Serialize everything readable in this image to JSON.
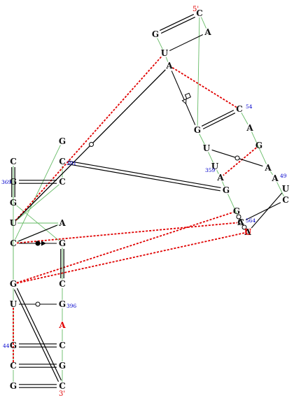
{
  "colors": {
    "nucleotide": "#111111",
    "highlight": "#e00000",
    "number": "#0000cc",
    "backbone": "#66bb66",
    "pair": "#000000",
    "noncanonical": "#e00000"
  },
  "ends": {
    "five_prime": "5'",
    "three_prime": "3'"
  },
  "nucleotides": [
    {
      "id": "n1",
      "letter": "C"
    },
    {
      "id": "n2",
      "letter": "A"
    },
    {
      "id": "n3",
      "letter": "G"
    },
    {
      "id": "n4",
      "letter": "U"
    },
    {
      "id": "n5",
      "letter": "A"
    },
    {
      "id": "n6",
      "letter": "C"
    },
    {
      "id": "n7",
      "letter": "G"
    },
    {
      "id": "n8",
      "letter": "A"
    },
    {
      "id": "n9",
      "letter": "U"
    },
    {
      "id": "n10",
      "letter": "G"
    },
    {
      "id": "n11",
      "letter": "U"
    },
    {
      "id": "n12",
      "letter": "A"
    },
    {
      "id": "n13",
      "letter": "A"
    },
    {
      "id": "n14",
      "letter": "A"
    },
    {
      "id": "n15",
      "letter": "U"
    },
    {
      "id": "n16",
      "letter": "G"
    },
    {
      "id": "n17",
      "letter": "C"
    },
    {
      "id": "n18",
      "letter": "G"
    },
    {
      "id": "n19",
      "letter": "C"
    },
    {
      "id": "n20",
      "letter": "A"
    },
    {
      "id": "n21",
      "letter": "A"
    },
    {
      "id": "n22",
      "letter": "U",
      "highlight": true
    },
    {
      "id": "n23",
      "letter": "G"
    },
    {
      "id": "n24",
      "letter": "C"
    },
    {
      "id": "n25",
      "letter": "C"
    },
    {
      "id": "n26",
      "letter": "G"
    },
    {
      "id": "n27",
      "letter": "C"
    },
    {
      "id": "n28",
      "letter": "G"
    },
    {
      "id": "n29",
      "letter": "U"
    },
    {
      "id": "n30",
      "letter": "A"
    },
    {
      "id": "n31",
      "letter": "C"
    },
    {
      "id": "n32",
      "letter": "G"
    },
    {
      "id": "n33",
      "letter": "G"
    },
    {
      "id": "n34",
      "letter": "C"
    },
    {
      "id": "n35",
      "letter": "U"
    },
    {
      "id": "n36",
      "letter": "G"
    },
    {
      "id": "n37",
      "letter": "A",
      "highlight": true
    },
    {
      "id": "n38",
      "letter": "G"
    },
    {
      "id": "n39",
      "letter": "C"
    },
    {
      "id": "n40",
      "letter": "C"
    },
    {
      "id": "n41",
      "letter": "G"
    },
    {
      "id": "n42",
      "letter": "G"
    },
    {
      "id": "n43",
      "letter": "C"
    }
  ],
  "numbers": [
    "54",
    "49",
    "359",
    "564",
    "391",
    "369",
    "396",
    "44"
  ],
  "pairs": [
    {
      "a": "n3",
      "b": "n1",
      "type": "double"
    },
    {
      "a": "n4",
      "b": "n2",
      "type": "single"
    },
    {
      "a": "n7",
      "b": "n6",
      "type": "double"
    },
    {
      "a": "n16",
      "b": "n25",
      "type": "double"
    },
    {
      "a": "n26",
      "b": "n27",
      "type": "double"
    },
    {
      "a": "n28",
      "b": "n24",
      "type": "double"
    },
    {
      "a": "n34",
      "b": "n32",
      "type": "double"
    },
    {
      "a": "n33",
      "b": "n43",
      "type": "double"
    },
    {
      "a": "n38",
      "b": "n39",
      "type": "double"
    },
    {
      "a": "n41",
      "b": "n40",
      "type": "double"
    },
    {
      "a": "n42",
      "b": "n43",
      "type": "double"
    },
    {
      "a": "n29",
      "b": "n5",
      "type": "single"
    },
    {
      "a": "n30",
      "b": "n31",
      "type": "single"
    },
    {
      "a": "n17",
      "b": "n20",
      "type": "single"
    },
    {
      "a": "n15",
      "b": "n22",
      "type": "single"
    }
  ],
  "symbol_pairs": [
    {
      "a": "n29",
      "b": "n5",
      "symbol": "circle"
    },
    {
      "a": "n5",
      "b": "n7",
      "symbol": "square-triangle"
    },
    {
      "a": "n9",
      "b": "n12",
      "symbol": "circle"
    },
    {
      "a": "n32",
      "b": "n31",
      "symbol": "triangle-dot"
    },
    {
      "a": "n35",
      "b": "n36",
      "symbol": "circle"
    },
    {
      "a": "n20",
      "b": "n18",
      "symbol": "circle"
    },
    {
      "a": "n19",
      "b": "n21",
      "symbol": "circle"
    }
  ],
  "noncanonical": [
    {
      "a": "n29",
      "b": "n4"
    },
    {
      "a": "n5",
      "b": "n6"
    },
    {
      "a": "n10",
      "b": "n14"
    },
    {
      "a": "n20",
      "b": "n22"
    },
    {
      "a": "n31",
      "b": "n19"
    },
    {
      "a": "n33",
      "b": "n22"
    },
    {
      "a": "n35",
      "b": "n40"
    },
    {
      "a": "n33",
      "b": "n18"
    }
  ],
  "backbone": [
    {
      "a": "n1",
      "b": "n2"
    },
    {
      "a": "n3",
      "b": "n4"
    },
    {
      "a": "n4",
      "b": "n5"
    },
    {
      "a": "n1",
      "b": "n7"
    },
    {
      "a": "n6",
      "b": "n8"
    },
    {
      "a": "n8",
      "b": "n12"
    },
    {
      "a": "n12",
      "b": "n13"
    },
    {
      "a": "n13",
      "b": "n17"
    },
    {
      "a": "n7",
      "b": "n9"
    },
    {
      "a": "n9",
      "b": "n11"
    },
    {
      "a": "n11",
      "b": "n14"
    },
    {
      "a": "n14",
      "b": "n16"
    },
    {
      "a": "n16",
      "b": "n19"
    },
    {
      "a": "n19",
      "b": "n21"
    },
    {
      "a": "n21",
      "b": "n22"
    },
    {
      "a": "n26",
      "b": "n28"
    },
    {
      "a": "n28",
      "b": "n32"
    },
    {
      "a": "n32",
      "b": "n34"
    },
    {
      "a": "n34",
      "b": "n36"
    },
    {
      "a": "n36",
      "b": "n37"
    },
    {
      "a": "n37",
      "b": "n39"
    },
    {
      "a": "n39",
      "b": "n41"
    },
    {
      "a": "n41",
      "b": "n43"
    },
    {
      "a": "n25",
      "b": "n27"
    },
    {
      "a": "n27",
      "b": "n29"
    },
    {
      "a": "n29",
      "b": "n30"
    },
    {
      "a": "n30",
      "b": "n31"
    },
    {
      "a": "n31",
      "b": "n33"
    },
    {
      "a": "n33",
      "b": "n35"
    },
    {
      "a": "n35",
      "b": "n38"
    },
    {
      "a": "n38",
      "b": "n40"
    },
    {
      "a": "n40",
      "b": "n42"
    },
    {
      "a": "n24",
      "b": "n33"
    },
    {
      "a": "n23",
      "b": "n31"
    }
  ]
}
